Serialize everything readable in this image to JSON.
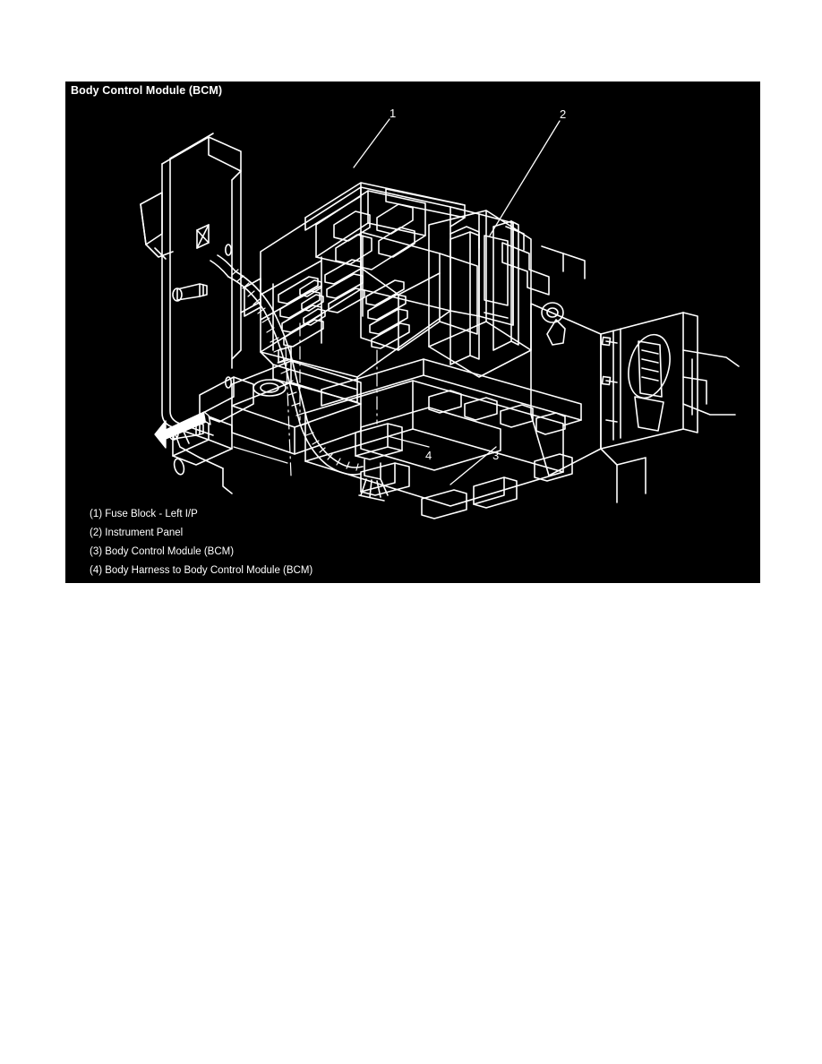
{
  "figure": {
    "title": "Body Control Module (BCM)",
    "background_color": "#000000",
    "line_color": "#ffffff",
    "page_background": "#ffffff"
  },
  "callouts": [
    {
      "id": "1",
      "label": "1"
    },
    {
      "id": "2",
      "label": "2"
    },
    {
      "id": "3",
      "label": "3"
    },
    {
      "id": "4",
      "label": "4"
    }
  ],
  "legend": {
    "items": [
      {
        "number": "(1)",
        "text": "(1) Fuse Block - Left I/P"
      },
      {
        "number": "(2)",
        "text": "(2) Instrument Panel"
      },
      {
        "number": "(3)",
        "text": "(3) Body Control Module (BCM)"
      },
      {
        "number": "(4)",
        "text": "(4) Body Harness to Body Control Module (BCM)"
      }
    ]
  },
  "diagram_parts": {
    "view_direction_arrow": "direction-arrow",
    "components": [
      "left-ip-bracket",
      "fuse-block-left-ip",
      "instrument-panel-carrier",
      "body-control-module",
      "body-harness-conduit",
      "harness-connector"
    ]
  }
}
